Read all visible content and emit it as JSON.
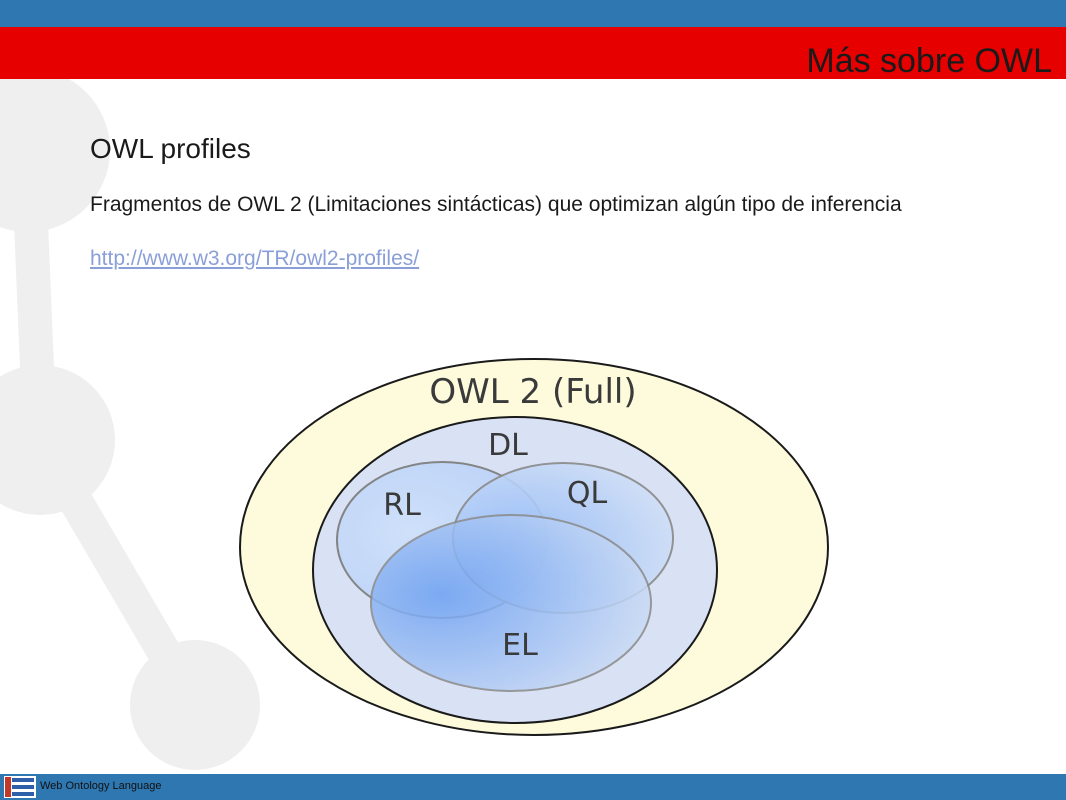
{
  "slide": {
    "title": "Más sobre OWL",
    "subtitle": "OWL profiles",
    "description": "Fragmentos de OWL 2 (Limitaciones sintácticas) que optimizan algún tipo de inferencia",
    "link": "http://www.w3.org/TR/owl2-profiles/"
  },
  "diagram": {
    "full_label": "OWL 2 (Full)",
    "dl_label": "DL",
    "rl_label": "RL",
    "ql_label": "QL",
    "el_label": "EL"
  },
  "footer": {
    "text": "Web Ontology Language"
  },
  "colors": {
    "top_bar": "#2e77b1",
    "title_bar": "#e60000",
    "outer_fill": "#fdfbdc",
    "dl_fill": "#d9e2f5",
    "profile_fill": "#9cc0f6",
    "link": "#8a9fd8"
  }
}
